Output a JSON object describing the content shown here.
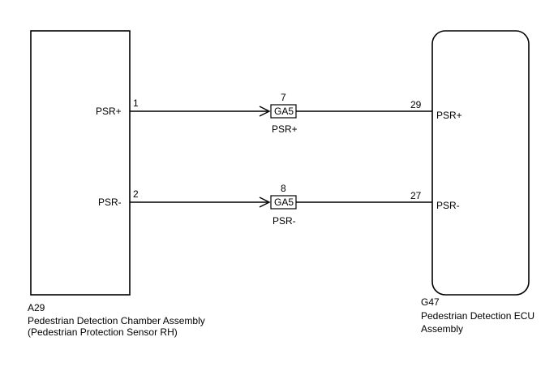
{
  "left_component": {
    "code": "A29",
    "name_line1": "Pedestrian Detection Chamber Assembly",
    "name_line2": "(Pedestrian Protection Sensor RH)"
  },
  "right_component": {
    "code": "G47",
    "name_line1": "Pedestrian Detection ECU",
    "name_line2": "Assembly"
  },
  "circuits": [
    {
      "left_pin": "1",
      "left_label": "PSR+",
      "connector": "GA5",
      "connector_pin": "7",
      "connector_signal": "PSR+",
      "right_pin": "29",
      "right_label": "PSR+"
    },
    {
      "left_pin": "2",
      "left_label": "PSR-",
      "connector": "GA5",
      "connector_pin": "8",
      "connector_signal": "PSR-",
      "right_pin": "27",
      "right_label": "PSR-"
    }
  ]
}
